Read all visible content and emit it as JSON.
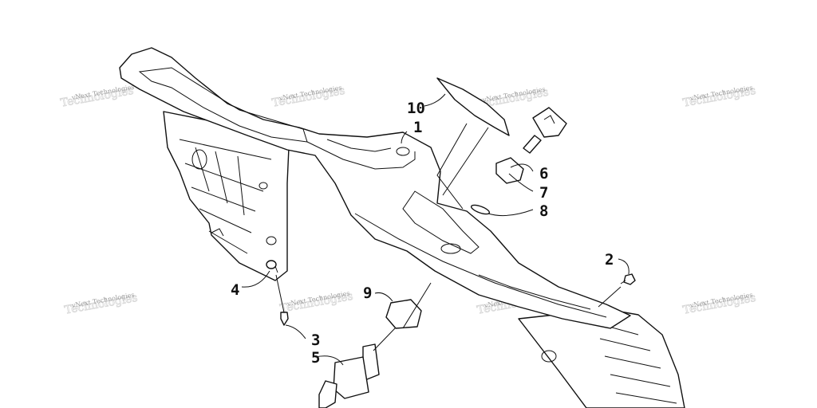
{
  "callouts": [
    "1",
    "2",
    "3",
    "4",
    "5",
    "6",
    "7",
    "8",
    "9",
    "10"
  ],
  "watermark": "vNext Technologies"
}
